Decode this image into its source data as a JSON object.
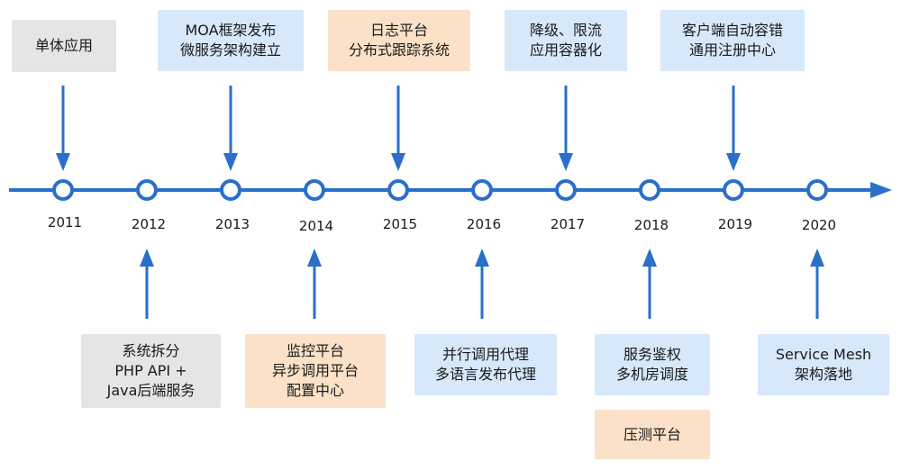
{
  "timeline": {
    "years": [
      "2011",
      "2012",
      "2013",
      "2014",
      "2015",
      "2016",
      "2017",
      "2018",
      "2019",
      "2020"
    ],
    "above": [
      {
        "lines": [
          "单体应用"
        ],
        "color": "gray"
      },
      {
        "lines": [
          "MOA框架发布",
          "微服务架构建立"
        ],
        "color": "blue"
      },
      {
        "lines": [
          "日志平台",
          "分布式跟踪系统"
        ],
        "color": "peach"
      },
      {
        "lines": [
          "降级、限流",
          "应用容器化"
        ],
        "color": "blue"
      },
      {
        "lines": [
          "客户端自动容错",
          "通用注册中心"
        ],
        "color": "blue"
      }
    ],
    "below": [
      {
        "lines": [
          "系统拆分",
          "PHP API +",
          "Java后端服务"
        ],
        "color": "gray"
      },
      {
        "lines": [
          "监控平台",
          "异步调用平台",
          "配置中心"
        ],
        "color": "peach"
      },
      {
        "lines": [
          "并行调用代理",
          "多语言发布代理"
        ],
        "color": "blue"
      },
      {
        "lines": [
          "服务鉴权",
          "多机房调度"
        ],
        "color": "blue"
      },
      {
        "lines": [
          "压测平台"
        ],
        "color": "peach"
      },
      {
        "lines": [
          "Service Mesh",
          "架构落地"
        ],
        "color": "blue"
      }
    ]
  }
}
